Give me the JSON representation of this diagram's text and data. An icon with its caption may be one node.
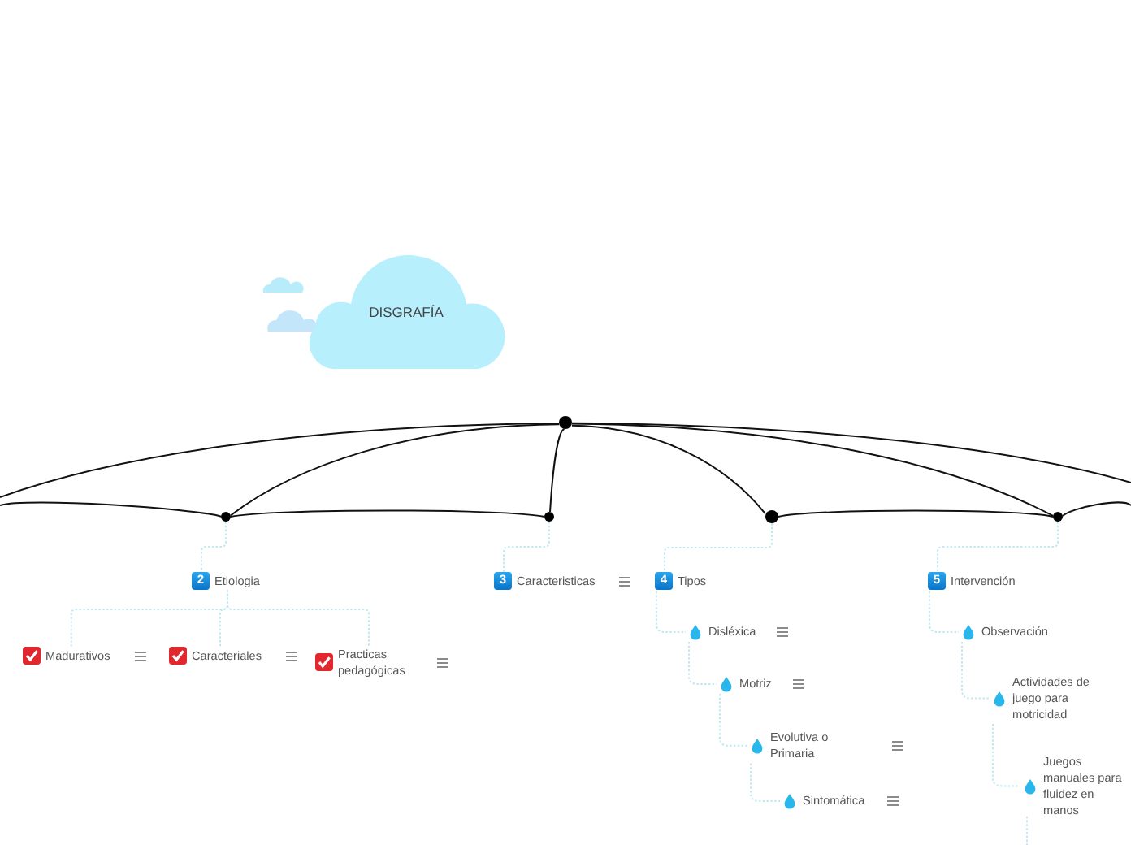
{
  "diagram": {
    "nodes": [
      {
        "text": [
          "DISGRAFÍA"
        ]
      },
      {
        "text": [],
        "shape": "circle"
      },
      {
        "text": [],
        "shape": "circle"
      },
      {
        "text": [],
        "shape": "circle"
      },
      {
        "text": [],
        "shape": "circle"
      },
      {
        "text": [],
        "shape": "circle"
      },
      {
        "text": [
          "2",
          "Etiologia"
        ]
      },
      {
        "text": [
          "Madurativos"
        ]
      },
      {
        "text": [
          "Caracteriales"
        ]
      },
      {
        "text": [
          "Practicas pedagógicas"
        ]
      },
      {
        "text": [
          "3",
          "Caracteristicas"
        ]
      },
      {
        "text": [
          "4",
          "Tipos"
        ]
      },
      {
        "text": [
          "Disléxica"
        ]
      },
      {
        "text": [
          "Motriz"
        ]
      },
      {
        "text": [
          "Evolutiva o Primaria"
        ]
      },
      {
        "text": [
          "Sintomática"
        ]
      },
      {
        "text": [
          "5",
          "Intervención"
        ]
      },
      {
        "text": [
          "Observación"
        ]
      },
      {
        "text": [
          "Actividades de juego para motricidad"
        ]
      },
      {
        "text": [
          "Juegos manuales para fluidez en manos"
        ]
      }
    ],
    "edges": [
      {
        "from": 1,
        "to": null,
        "arrow": "none",
        "color": "#111111"
      },
      {
        "from": 1,
        "to": 2,
        "arrow": "none",
        "color": "#111111"
      },
      {
        "from": 1,
        "to": 3,
        "arrow": "none",
        "color": "#111111"
      },
      {
        "from": 1,
        "to": 4,
        "arrow": "none",
        "color": "#111111"
      },
      {
        "from": 1,
        "to": 5,
        "arrow": "none",
        "color": "#111111"
      },
      {
        "from": 1,
        "to": null,
        "arrow": "none",
        "color": "#111111"
      },
      {
        "from": null,
        "to": 2,
        "arrow": "none",
        "color": "#111111"
      },
      {
        "from": 2,
        "to": 3,
        "arrow": "none",
        "color": "#111111"
      },
      {
        "from": 4,
        "to": 5,
        "arrow": "none",
        "color": "#111111"
      },
      {
        "from": 5,
        "to": null,
        "arrow": "none",
        "color": "#111111"
      },
      {
        "from": 2,
        "to": 6,
        "arrow": "none",
        "style": "dashed"
      },
      {
        "from": 3,
        "to": 10,
        "arrow": "none",
        "style": "dashed"
      },
      {
        "from": 4,
        "to": 11,
        "arrow": "none",
        "style": "dashed"
      },
      {
        "from": 5,
        "to": 16,
        "arrow": "none",
        "style": "dashed"
      },
      {
        "from": 6,
        "to": 7,
        "arrow": "none",
        "style": "dashed"
      },
      {
        "from": 6,
        "to": 8,
        "arrow": "none",
        "style": "dashed"
      },
      {
        "from": 6,
        "to": 9,
        "arrow": "none",
        "style": "dashed"
      },
      {
        "from": 11,
        "to": 12,
        "arrow": "none",
        "style": "dashed"
      },
      {
        "from": 12,
        "to": 13,
        "arrow": "none",
        "style": "dashed"
      },
      {
        "from": 13,
        "to": 14,
        "arrow": "none",
        "style": "dashed"
      },
      {
        "from": 14,
        "to": 15,
        "arrow": "none",
        "style": "dashed"
      },
      {
        "from": 16,
        "to": 17,
        "arrow": "none",
        "style": "dashed"
      },
      {
        "from": 17,
        "to": 18,
        "arrow": "none",
        "style": "dashed"
      },
      {
        "from": 18,
        "to": 19,
        "arrow": "none",
        "style": "dashed"
      },
      {
        "from": 19,
        "to": null,
        "arrow": "none",
        "style": "dashed"
      }
    ]
  }
}
